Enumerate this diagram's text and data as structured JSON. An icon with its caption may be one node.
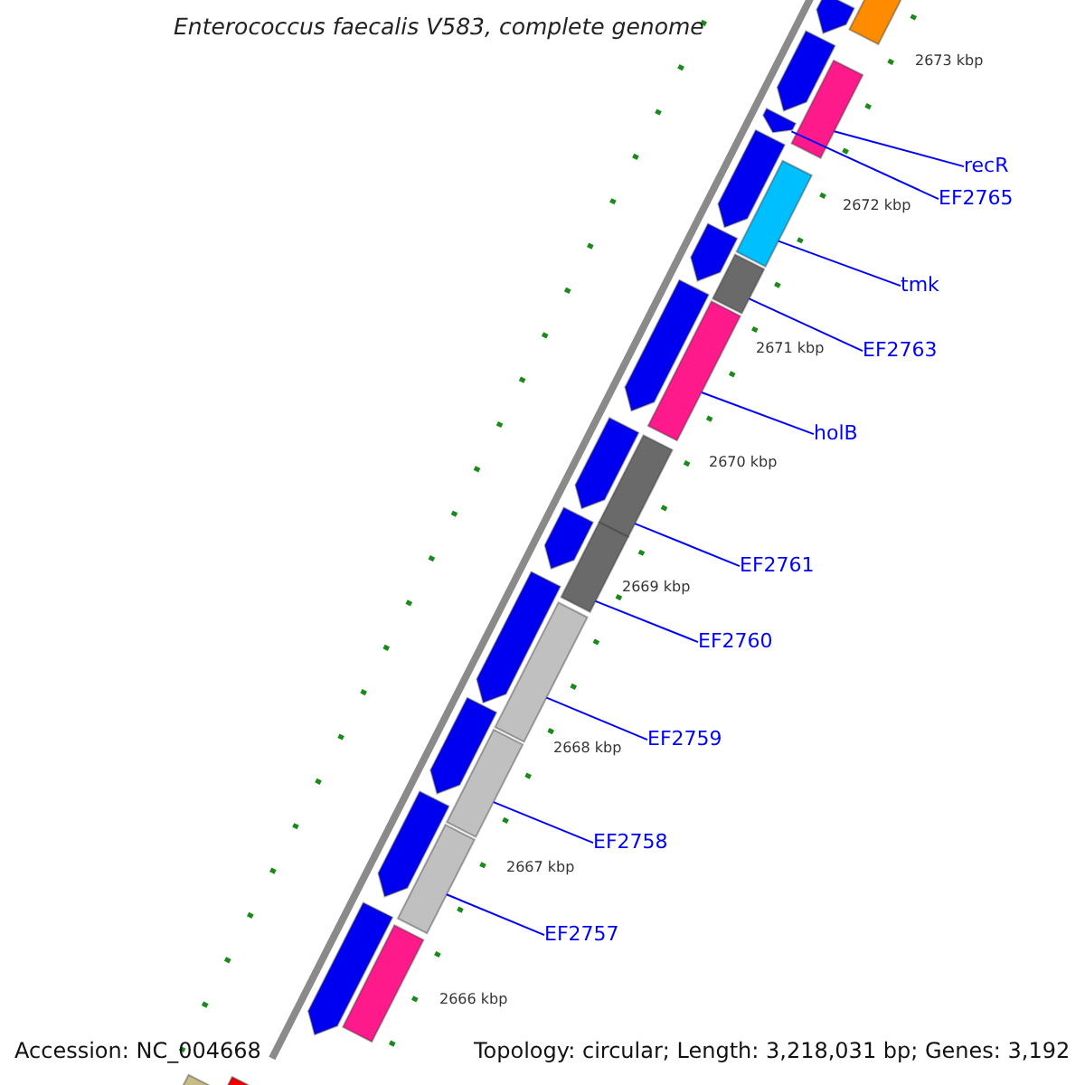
{
  "diagram": {
    "title": "Enterococcus faecalis V583, complete genome",
    "nodes": [
      {
        "text": [
          "recR"
        ]
      },
      {
        "text": [
          "EF2765"
        ]
      },
      {
        "text": [
          "tmk"
        ]
      },
      {
        "text": [
          "EF2763"
        ]
      },
      {
        "text": [
          "holB"
        ]
      },
      {
        "text": [
          "EF2761"
        ]
      },
      {
        "text": [
          "EF2760"
        ]
      },
      {
        "text": [
          "EF2759"
        ]
      },
      {
        "text": [
          "EF2758"
        ]
      },
      {
        "text": [
          "EF2757"
        ]
      },
      {
        "text": [],
        "shape": "bar"
      },
      {
        "text": [],
        "shape": "arrow"
      },
      {
        "text": [],
        "shape": "bar"
      },
      {
        "text": [],
        "shape": "bar"
      },
      {
        "text": [],
        "shape": "bar"
      },
      {
        "text": [],
        "shape": "bar"
      },
      {
        "text": [],
        "shape": "bar"
      },
      {
        "text": [],
        "shape": "bar"
      },
      {
        "text": [],
        "shape": "bar"
      },
      {
        "text": [],
        "shape": "bar"
      },
      {
        "text": [],
        "shape": "arrow"
      },
      {
        "text": [],
        "shape": "arrow"
      },
      {
        "text": [],
        "shape": "arrow"
      },
      {
        "text": [],
        "shape": "arrow"
      },
      {
        "text": [],
        "shape": "arrow"
      },
      {
        "text": [],
        "shape": "arrow"
      },
      {
        "text": [],
        "shape": "arrow"
      },
      {
        "text": [],
        "shape": "arrow"
      },
      {
        "text": [],
        "shape": "arrow"
      },
      {
        "text": [],
        "shape": "arrow"
      },
      {
        "text": [],
        "shape": "arrow"
      },
      {
        "text": [],
        "shape": "bar"
      },
      {
        "text": [],
        "shape": "bar"
      },
      {
        "text": [],
        "shape": "bar"
      },
      {
        "text": [],
        "shape": "bar"
      }
    ],
    "edges": [
      {
        "from": 0,
        "to": 10,
        "arrow": "none"
      },
      {
        "from": 1,
        "to": 11,
        "arrow": "none"
      },
      {
        "from": 2,
        "to": 12,
        "arrow": "none"
      },
      {
        "from": 3,
        "to": 13,
        "arrow": "none"
      },
      {
        "from": 4,
        "to": 14,
        "arrow": "none"
      },
      {
        "from": 5,
        "to": 15,
        "arrow": "none"
      },
      {
        "from": 6,
        "to": 16,
        "arrow": "none"
      },
      {
        "from": 7,
        "to": 17,
        "arrow": "none"
      },
      {
        "from": 8,
        "to": 18,
        "arrow": "none"
      },
      {
        "from": 9,
        "to": 19,
        "arrow": "none"
      }
    ],
    "labels": [
      "2673 kbp",
      "2672 kbp",
      "2671 kbp",
      "2670 kbp",
      "2669 kbp",
      "2668 kbp",
      "2667 kbp",
      "2666 kbp",
      "Accession: NC_004668",
      "Topology: circular; Length: 3,218,031 bp; Genes: 3,192"
    ]
  }
}
